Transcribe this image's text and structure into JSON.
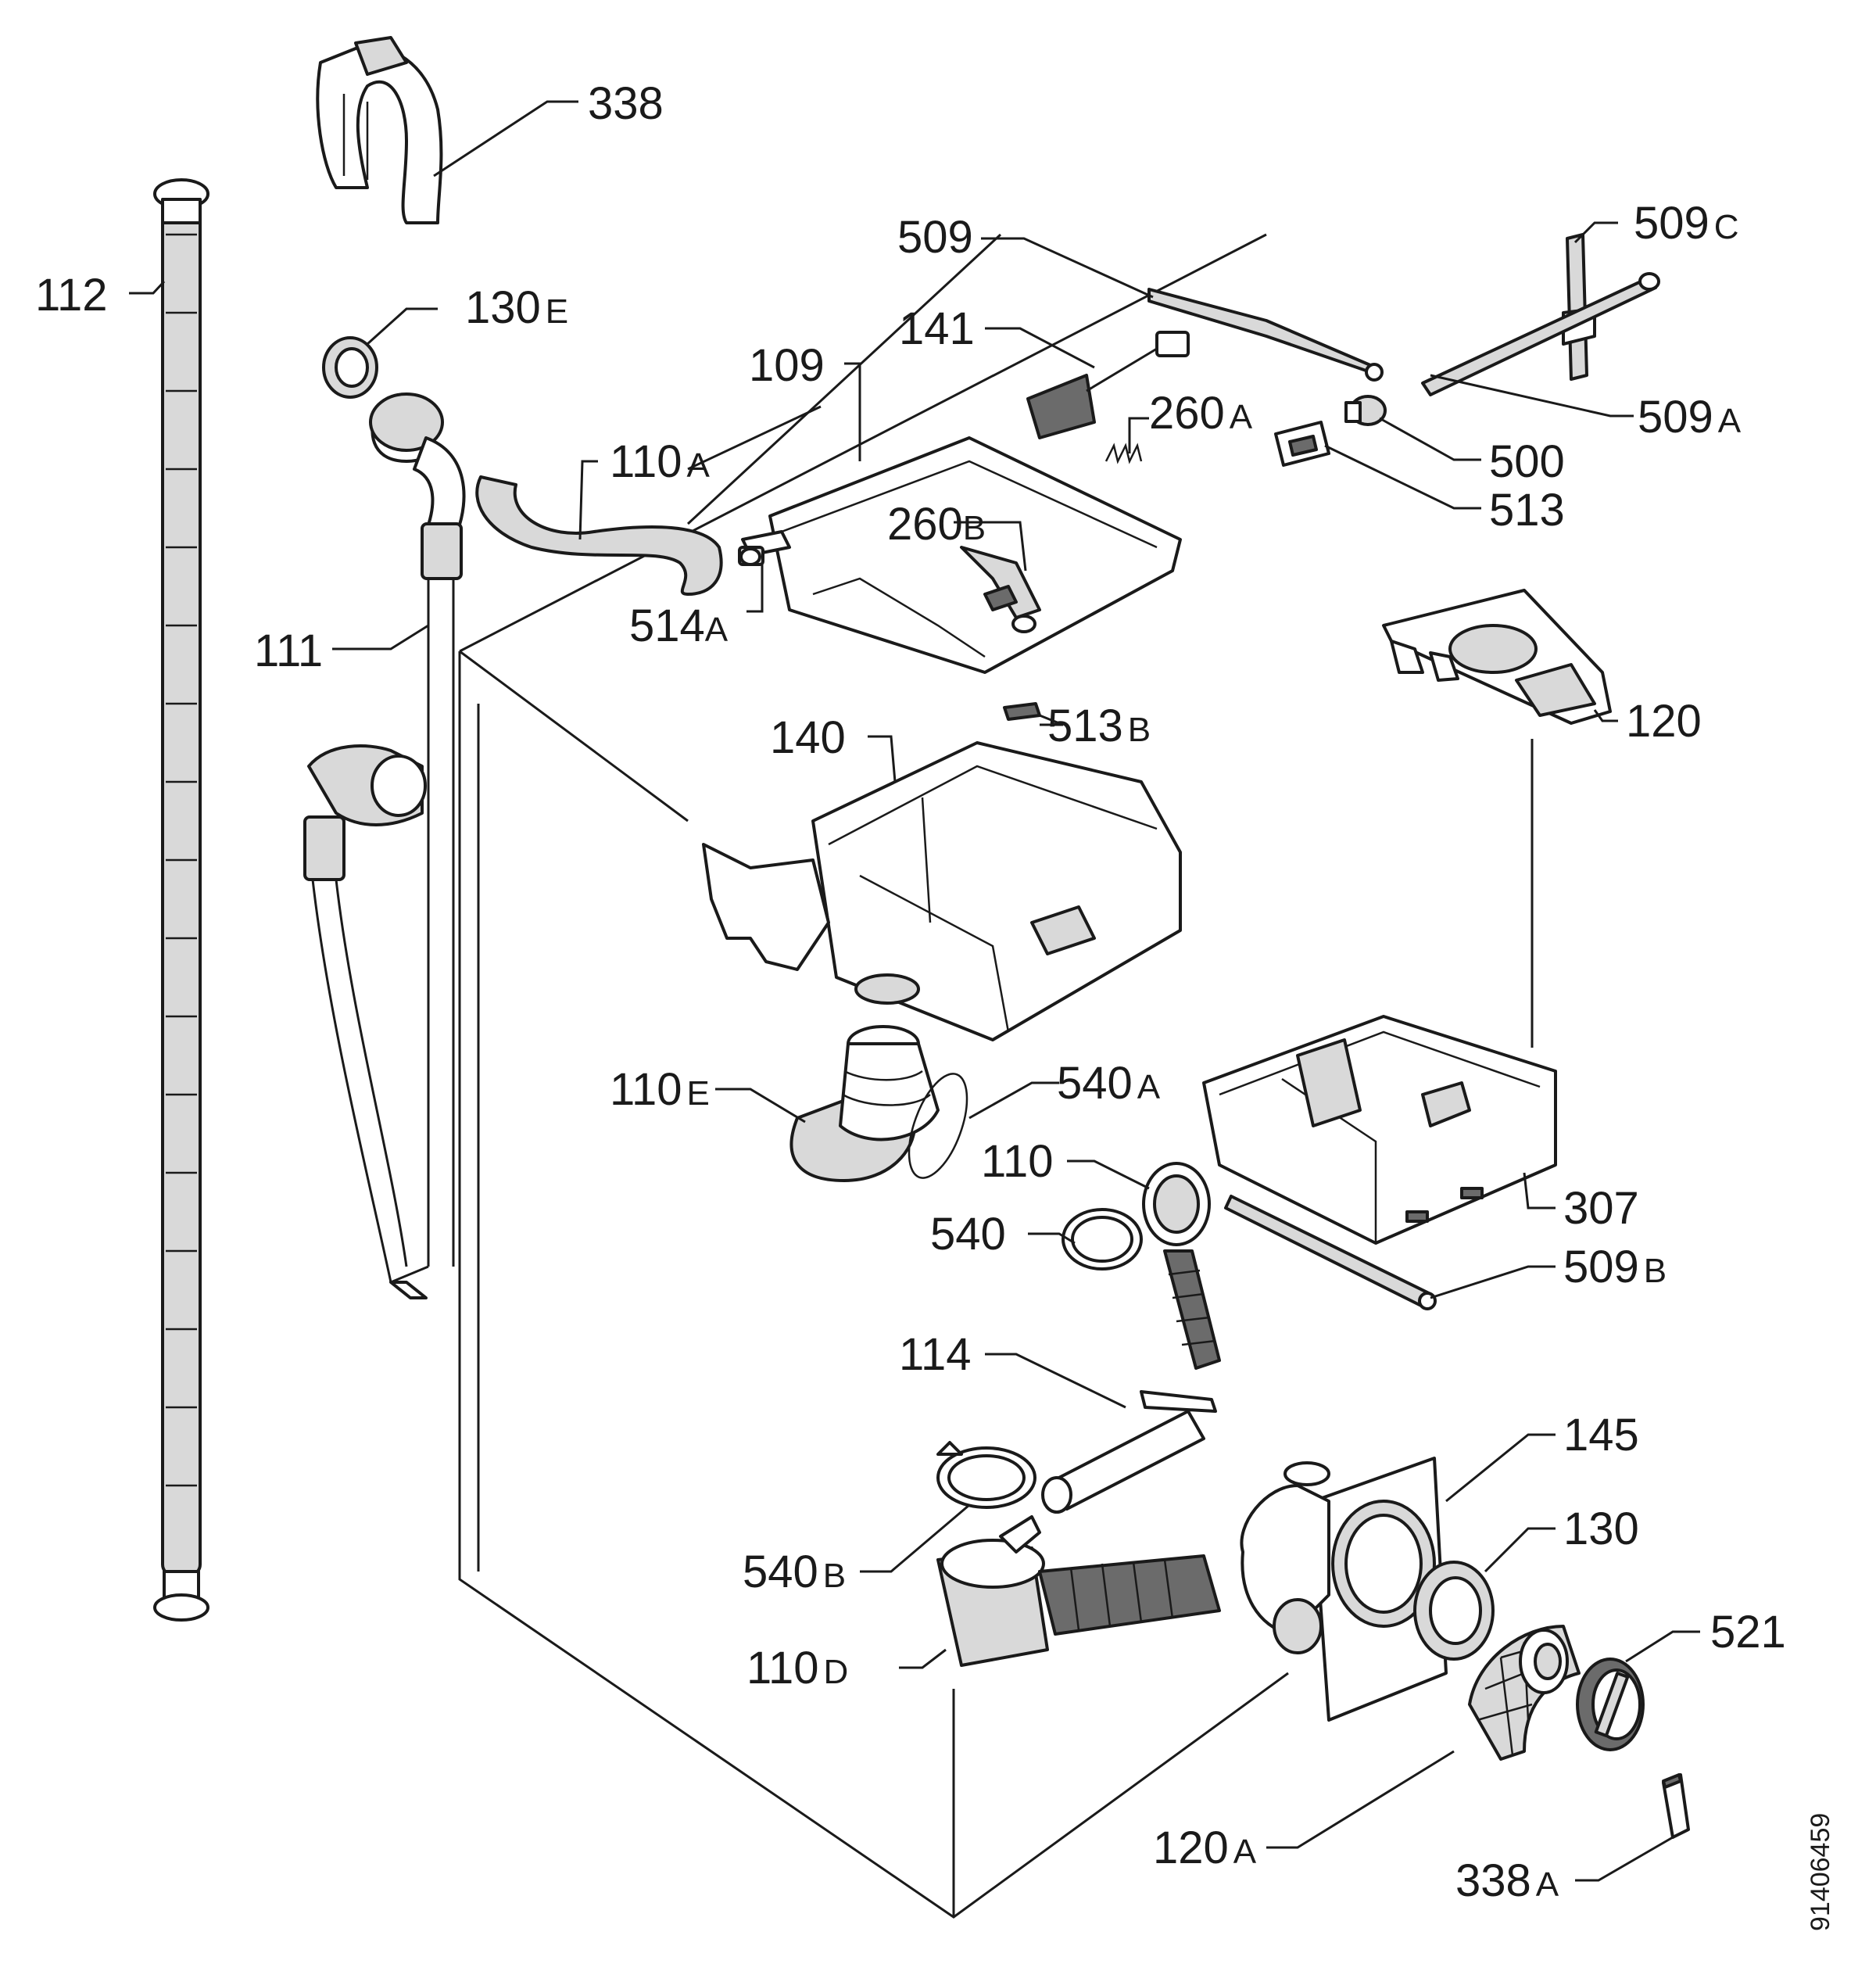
{
  "diagram_code": "91406459",
  "labels": [
    {
      "id": "338",
      "main": "338",
      "suffix": ""
    },
    {
      "id": "112",
      "main": "112",
      "suffix": ""
    },
    {
      "id": "130e",
      "main": "130",
      "suffix": "E"
    },
    {
      "id": "509",
      "main": "509",
      "suffix": ""
    },
    {
      "id": "509c",
      "main": "509",
      "suffix": "C"
    },
    {
      "id": "141",
      "main": "141",
      "suffix": ""
    },
    {
      "id": "109",
      "main": "109",
      "suffix": ""
    },
    {
      "id": "260a",
      "main": "260",
      "suffix": "A"
    },
    {
      "id": "509a",
      "main": "509",
      "suffix": "A"
    },
    {
      "id": "500",
      "main": "500",
      "suffix": ""
    },
    {
      "id": "110a",
      "main": "110",
      "suffix": "A"
    },
    {
      "id": "513",
      "main": "513",
      "suffix": ""
    },
    {
      "id": "260b",
      "main": "260",
      "suffix": "B"
    },
    {
      "id": "111",
      "main": "111",
      "suffix": ""
    },
    {
      "id": "514a",
      "main": "514",
      "suffix": "A"
    },
    {
      "id": "120",
      "main": "120",
      "suffix": ""
    },
    {
      "id": "513b",
      "main": "513",
      "suffix": "B"
    },
    {
      "id": "140",
      "main": "140",
      "suffix": ""
    },
    {
      "id": "110e",
      "main": "110",
      "suffix": "E"
    },
    {
      "id": "540a",
      "main": "540",
      "suffix": "A"
    },
    {
      "id": "110",
      "main": "110",
      "suffix": ""
    },
    {
      "id": "307",
      "main": "307",
      "suffix": ""
    },
    {
      "id": "540",
      "main": "540",
      "suffix": ""
    },
    {
      "id": "509b",
      "main": "509",
      "suffix": "B"
    },
    {
      "id": "114",
      "main": "114",
      "suffix": ""
    },
    {
      "id": "145",
      "main": "145",
      "suffix": ""
    },
    {
      "id": "130",
      "main": "130",
      "suffix": ""
    },
    {
      "id": "540b",
      "main": "540",
      "suffix": "B"
    },
    {
      "id": "521",
      "main": "521",
      "suffix": ""
    },
    {
      "id": "110d",
      "main": "110",
      "suffix": "D"
    },
    {
      "id": "120a",
      "main": "120",
      "suffix": "A"
    },
    {
      "id": "338a",
      "main": "338",
      "suffix": "A"
    }
  ]
}
